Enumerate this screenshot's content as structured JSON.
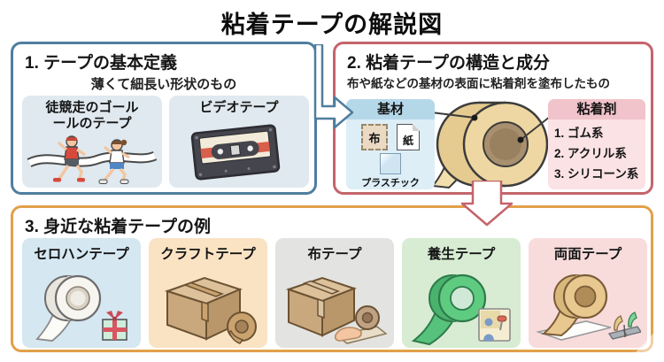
{
  "title": "粘着テープの解説図",
  "section1": {
    "heading": "1. テープの基本定義",
    "subtitle": "薄くて細長い形状のもの",
    "items": [
      {
        "label": "徒競走のゴール\nールのテープ"
      },
      {
        "label": "ビデオテープ"
      }
    ]
  },
  "section2": {
    "heading": "2. 粘着テープの構造と成分",
    "subtitle": "布や紙などの基材の表面に粘着剤を塗布したもの",
    "base": {
      "label": "基材",
      "materials": [
        "布",
        "紙",
        "プラスチック"
      ]
    },
    "adhesive": {
      "label": "粘着剤",
      "types": [
        "1. ゴム系",
        "2. アクリル系",
        "3. シリコーン系"
      ]
    }
  },
  "section3": {
    "heading": "3. 身近な粘着テープの例",
    "examples": [
      {
        "label": "セロハンテープ",
        "bg": "#d5e7f1"
      },
      {
        "label": "クラフトテープ",
        "bg": "#fae3c3"
      },
      {
        "label": "布テープ",
        "bg": "#e3e3e1"
      },
      {
        "label": "養生テープ",
        "bg": "#d7ecd3"
      },
      {
        "label": "両面テープ",
        "bg": "#f8dcdc"
      }
    ]
  },
  "colors": {
    "section1_border": "#4f7e9e",
    "section2_border": "#c4646c",
    "section3_border": "#e2a04a",
    "definition_card_bg": "#dfe9ef",
    "base_header_bg": "#b5d8e9",
    "base_body_bg": "#ddeef6",
    "adhesive_header_bg": "#f1c3ca",
    "adhesive_body_bg": "#fae2e5"
  }
}
